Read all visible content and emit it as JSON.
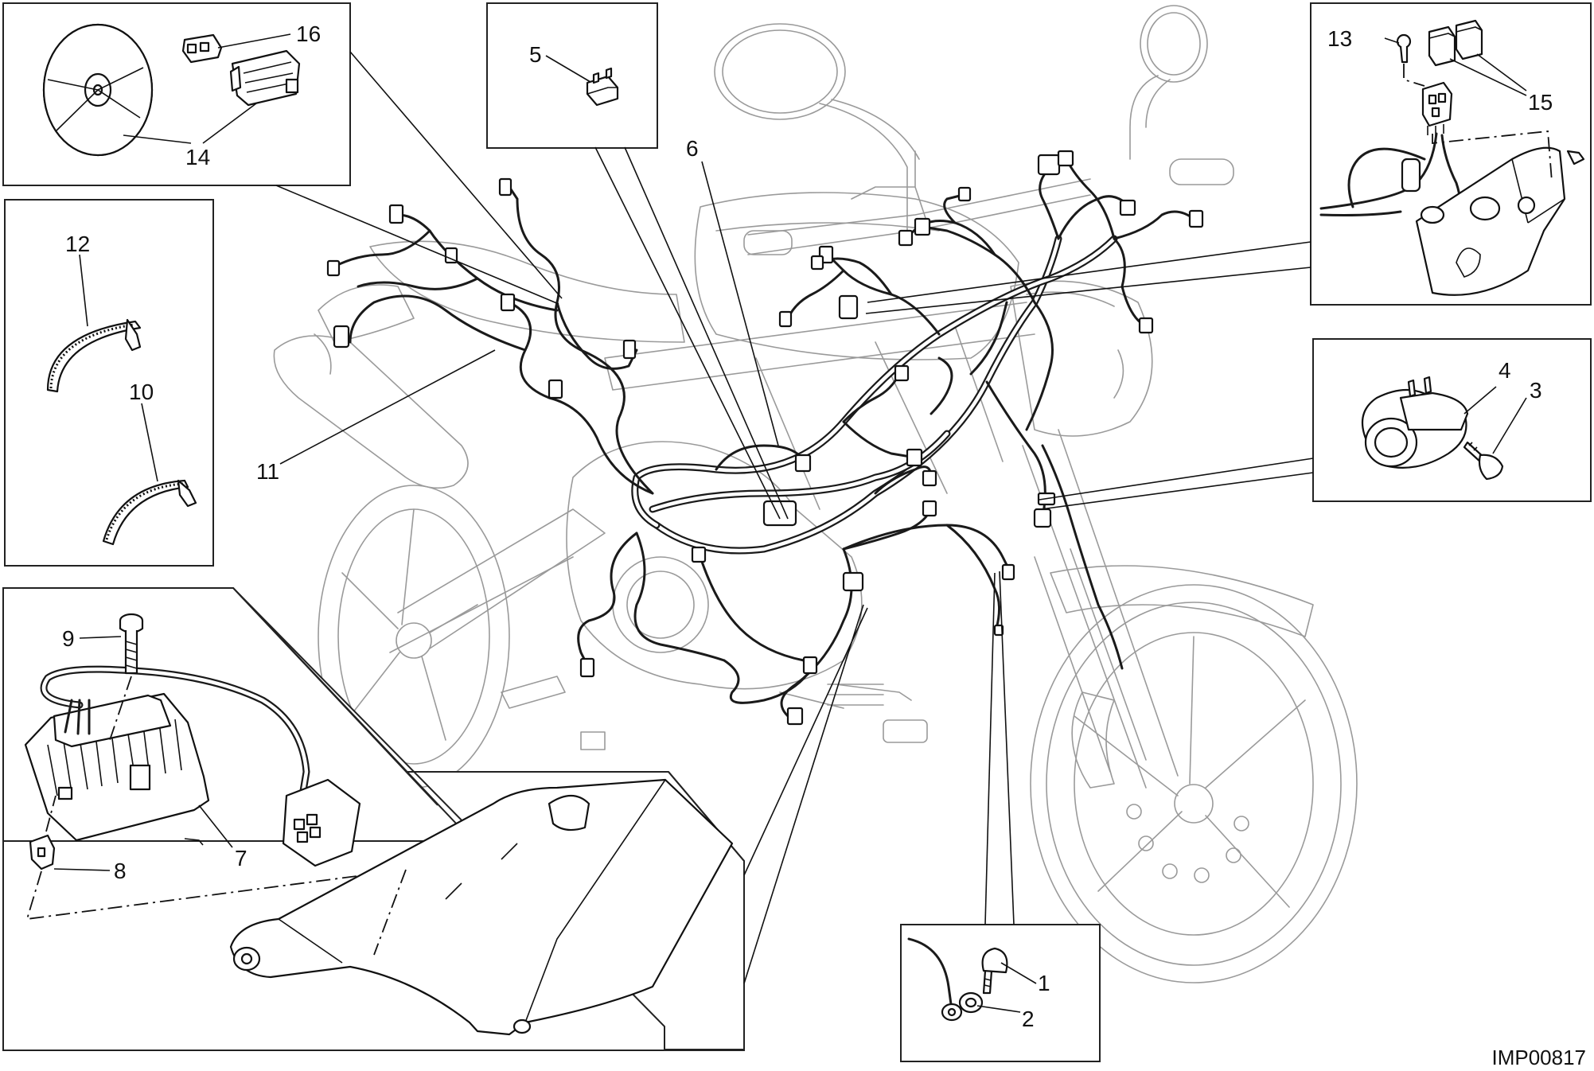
{
  "drawing_code": "IMP00817",
  "callouts": {
    "c1": "1",
    "c2": "2",
    "c3": "3",
    "c4": "4",
    "c5": "5",
    "c6": "6",
    "c7": "7",
    "c8": "8",
    "c9": "9",
    "c10": "10",
    "c11": "11",
    "c12": "12",
    "c13": "13",
    "c14": "14",
    "c15": "15",
    "c16": "16"
  },
  "colors": {
    "ink": "#111111",
    "bike_outline": "#9a9a9a",
    "background": "#ffffff"
  }
}
